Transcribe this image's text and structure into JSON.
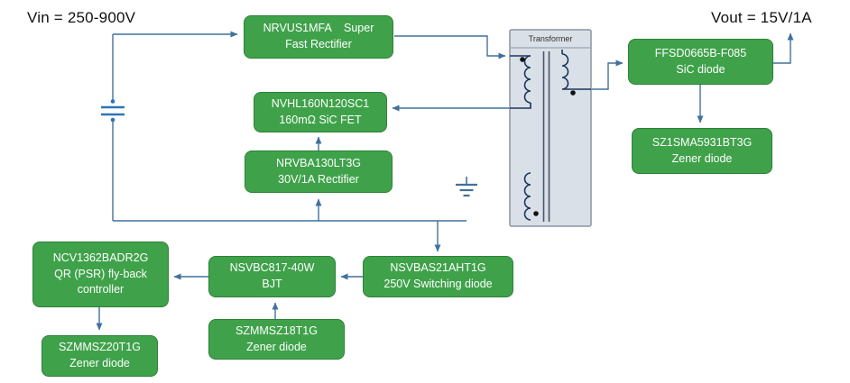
{
  "page": {
    "vin_label": "Vin = 250-900V",
    "vout_label": "Vout = 15V/1A"
  },
  "transformer": {
    "label": "Transformer"
  },
  "blocks": {
    "nrvus": {
      "line1": "NRVUS1MFA    Super",
      "line2": "Fast Rectifier"
    },
    "nvhl": {
      "line1": "NVHL160N120SC1",
      "line2": "160mΩ SiC FET"
    },
    "nrvba": {
      "line1": "NRVBA130LT3G",
      "line2": "30V/1A Rectifier"
    },
    "ffsd": {
      "line1": "FFSD0665B-F085",
      "line2": "SiC diode"
    },
    "sz1sma": {
      "line1": "SZ1SMA5931BT3G",
      "line2": "Zener diode"
    },
    "ncv": {
      "line1": "NCV1362BADR2G",
      "line2": "QR (PSR) fly-back",
      "line3": "controller"
    },
    "nsvbc": {
      "line1": "NSVBC817-40W",
      "line2": "BJT"
    },
    "nsvbas": {
      "line1": "NSVBAS21AHT1G",
      "line2": "250V Switching diode"
    },
    "szmmsz18": {
      "line1": "SZMMSZ18T1G",
      "line2": "Zener diode"
    },
    "szmmsz20": {
      "line1": "SZMMSZ20T1G",
      "line2": "Zener diode"
    }
  },
  "colors": {
    "block_fill": "#3FA24A",
    "block_border": "#2E8038",
    "wire_blue": "#41719C",
    "capacitor_blue": "#2E75B6",
    "transformer_fill": "#DAE0E7",
    "coil_navy": "#17375E"
  }
}
